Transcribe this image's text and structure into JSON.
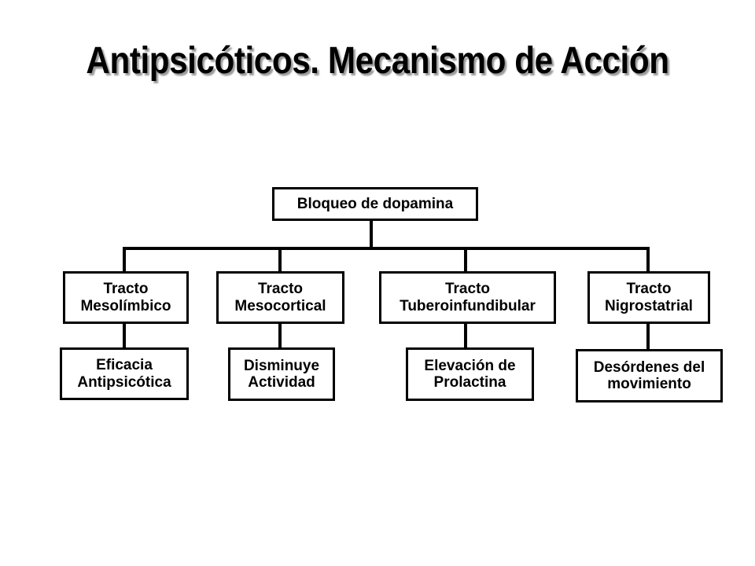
{
  "title": "Antipsicóticos. Mecanismo de Acción",
  "diagram": {
    "root": "Bloqueo de dopamina",
    "branches": [
      {
        "tract": "Tracto\nMesolímbico",
        "effect": "Eficacia\nAntipsicótica"
      },
      {
        "tract": "Tracto\nMesocortical",
        "effect": "Disminuye\nActividad"
      },
      {
        "tract": "Tracto\nTuberoinfundibular",
        "effect": "Elevación de\nProlactina"
      },
      {
        "tract": "Tracto\nNigrostatrial",
        "effect": "Desórdenes del\nmovimiento"
      }
    ]
  }
}
